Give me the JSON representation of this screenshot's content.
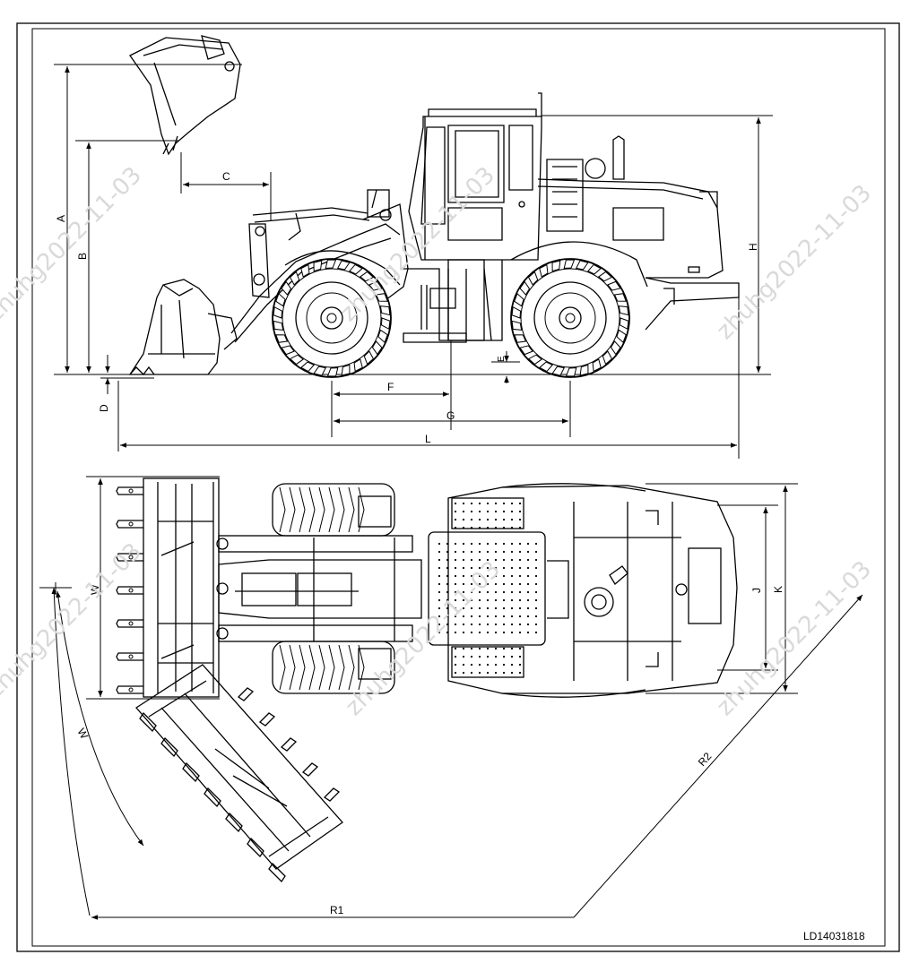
{
  "dimensions": {
    "A": "A",
    "B": "B",
    "C": "C",
    "D": "D",
    "E": "E",
    "F": "F",
    "G": "G",
    "H": "H",
    "L": "L",
    "W": "W",
    "J": "J",
    "K": "K",
    "R1": "R1",
    "R2": "R2",
    "W_turn": "W"
  },
  "drawing_code": "LD14031818",
  "watermark": "zhuhg2022-11-03"
}
